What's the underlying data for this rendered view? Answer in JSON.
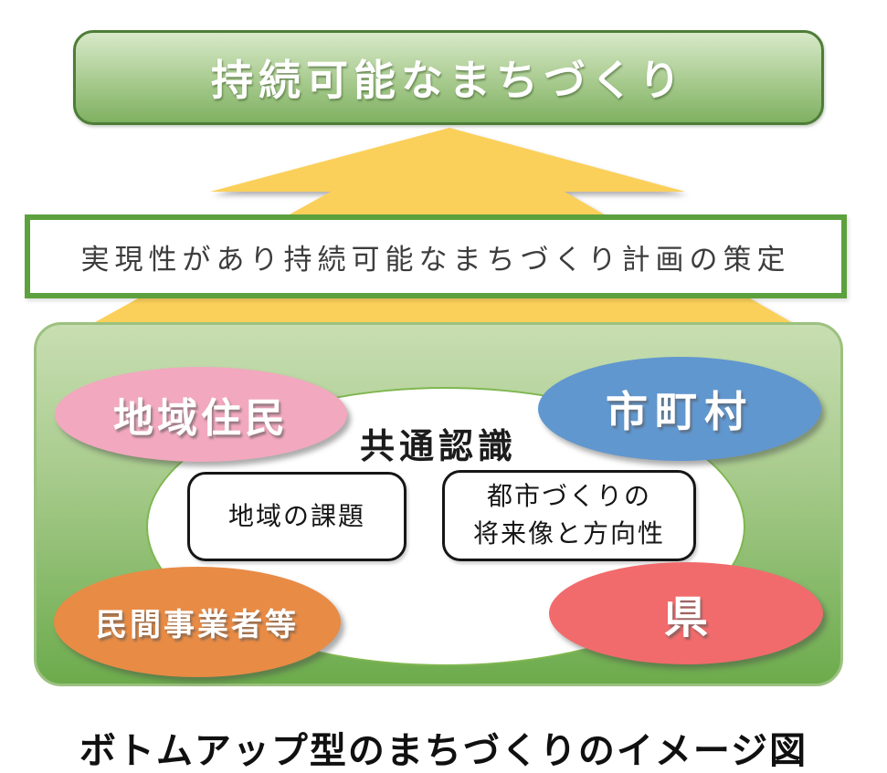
{
  "goal_box": {
    "label": "持続可能なまちづくり"
  },
  "plan_box": {
    "label": "実現性があり持続可能なまちづくり計画の策定"
  },
  "panel": {
    "consensus_title": "共通認識",
    "issue_card": {
      "label": "地域の課題"
    },
    "vision_card": {
      "line1": "都市づくりの",
      "line2": "将来像と方向性"
    },
    "actors": {
      "residents": {
        "label": "地域住民",
        "color": "#F2A8BF"
      },
      "municipalities": {
        "label": "市町村",
        "color": "#6197CF"
      },
      "private_businesses": {
        "label": "民間事業者等",
        "color": "#E88B45"
      },
      "prefecture": {
        "label": "県",
        "color": "#F16B6C"
      }
    }
  },
  "caption": "ボトムアップ型のまちづくりのイメージ図",
  "colors": {
    "goal_green_top": "#D8E9C8",
    "goal_green_bottom": "#7FB161",
    "goal_border_green": "#4E7D38",
    "arrow_yellow": "#FBD05A",
    "plan_border_green": "#5CA13E",
    "panel_green_top": "#C8DEB2",
    "panel_green_bottom": "#6CAB4C",
    "consensus_border_green": "#7FB74F"
  }
}
